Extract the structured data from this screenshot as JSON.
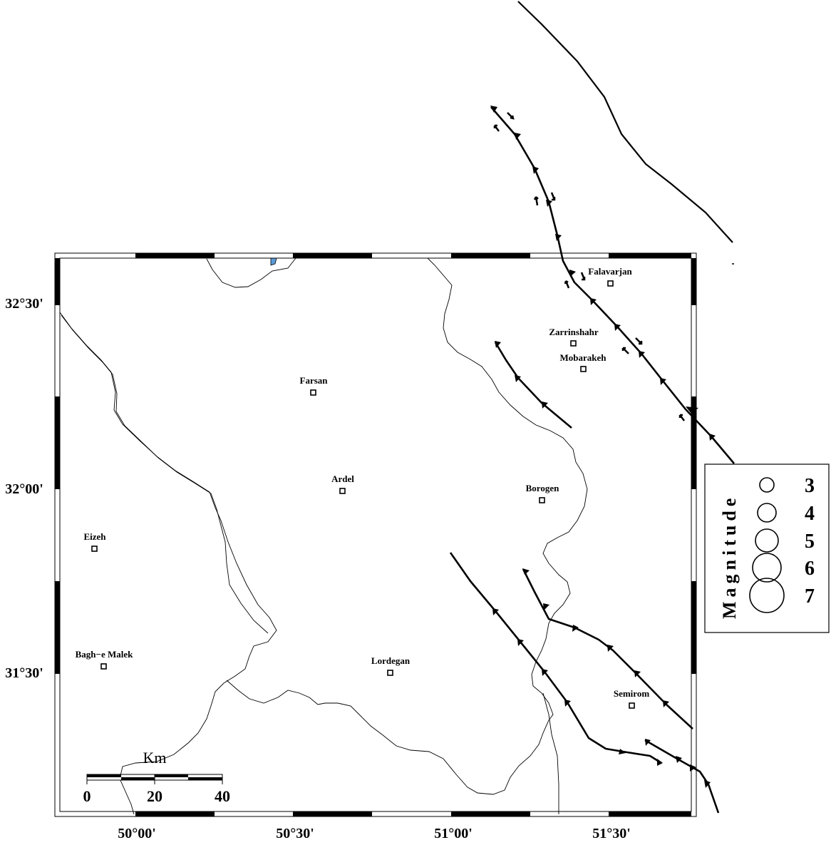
{
  "colors": {
    "water": "#5b9bd5",
    "ink": "#000000",
    "background": "#ffffff"
  },
  "lon_labels": [
    "50°00'",
    "50°30'",
    "51°00'",
    "51°30'"
  ],
  "lat_labels": [
    "32°30'",
    "32°00'",
    "31°30'"
  ],
  "cities": [
    {
      "name": "Falavarjan"
    },
    {
      "name": "Zarrinshahr"
    },
    {
      "name": "Mobarakeh"
    },
    {
      "name": "Farsan"
    },
    {
      "name": "Ardel"
    },
    {
      "name": "Borogen"
    },
    {
      "name": "Eizeh"
    },
    {
      "name": "Bagh−e Malek"
    },
    {
      "name": "Lordegan"
    },
    {
      "name": "Semirom"
    }
  ],
  "legend": {
    "title": "Magnitude",
    "items": [
      "3",
      "4",
      "5",
      "6",
      "7"
    ]
  },
  "scale_bar": {
    "unit": "Km",
    "ticks": [
      "0",
      "20",
      "40"
    ]
  }
}
